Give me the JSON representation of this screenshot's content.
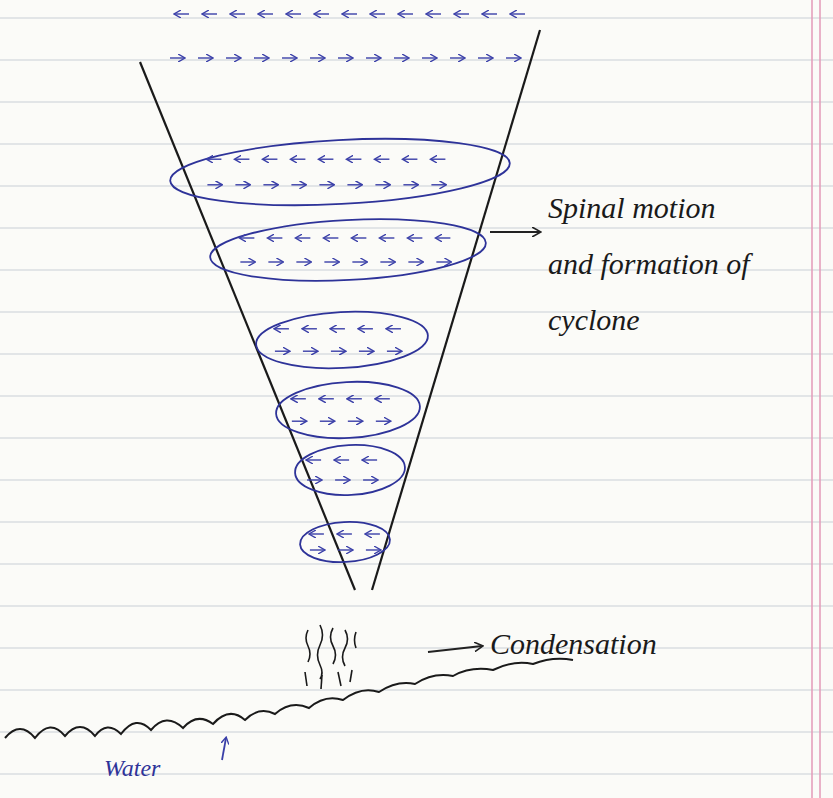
{
  "diagram": {
    "labels": [
      "Spinal motion and formation of cyclone",
      "Condensation",
      "Water"
    ]
  }
}
